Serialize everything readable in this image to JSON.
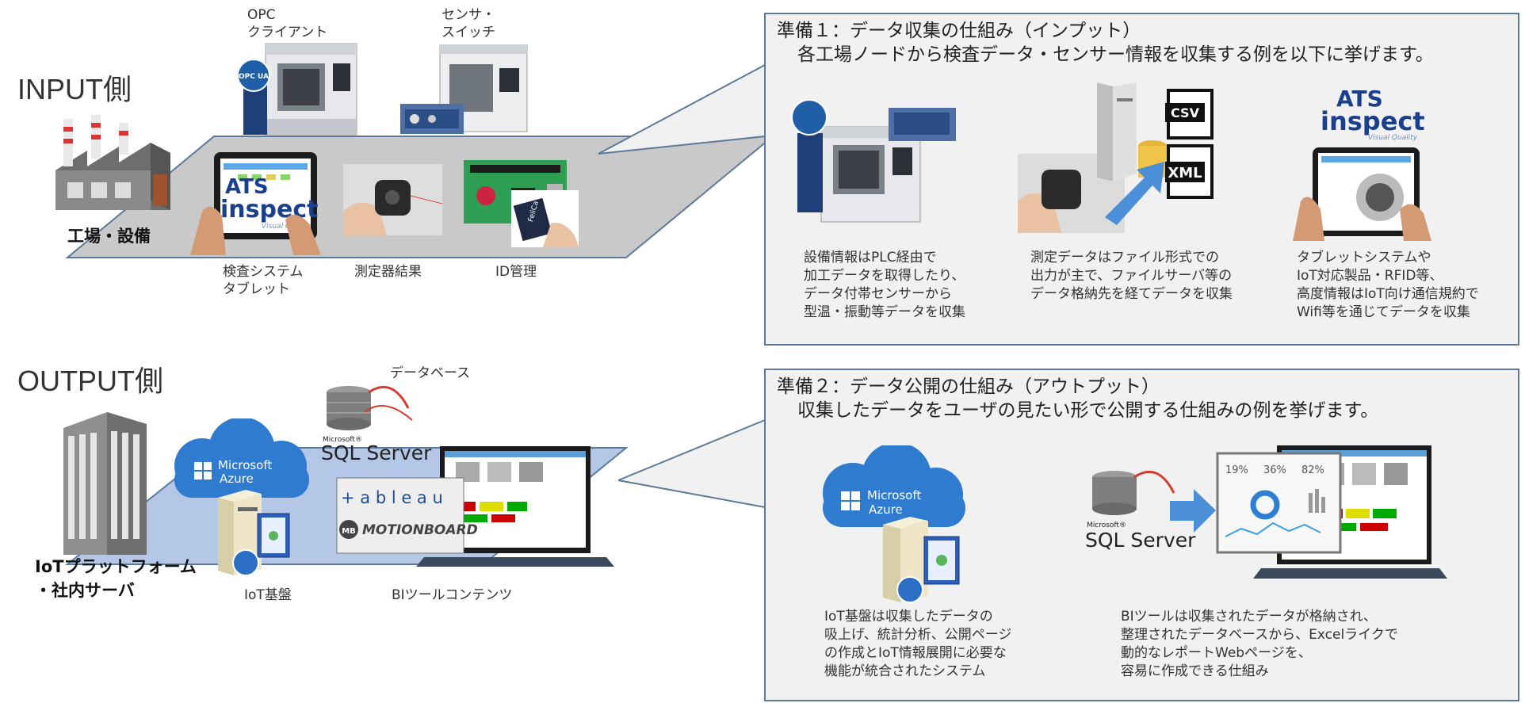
{
  "input": {
    "heading": "INPUT側",
    "factory_label": "工場・設備",
    "opc_label": "OPC\nクライアント",
    "sensor_label": "センサ・\nスイッチ",
    "tablet_label": "検査システム\nタブレット",
    "measure_label": "測定器結果",
    "id_label": "ID管理",
    "opcua_badge": "OPC UA",
    "felica_text": "FeliCa",
    "ats_logo_top": "ATS",
    "ats_logo_bottom": "inspect",
    "ats_tagline": "Visual Quality"
  },
  "output": {
    "heading": "OUTPUT側",
    "platform_label": "IoTプラットフォーム\n・社内サーバ",
    "database_label": "データベース",
    "iot_label": "IoT基盤",
    "bi_label": "BIツールコンテンツ",
    "azure_brand": "Microsoft",
    "azure_name": "Azure",
    "sql_brand": "Microsoft®",
    "sql_name": "SQL Server",
    "tableau_name": "+ a b l e a u",
    "motionboard_name": "MOTIONBOARD",
    "mb_badge": "MB"
  },
  "panel1": {
    "title": "準備１：データ収集の仕組み（インプット）",
    "subtitle": "各工場ノードから検査データ・センサー情報を収集する例を以下に挙げます。",
    "csv_label": "CSV",
    "xml_label": "XML",
    "desc1": "設備情報はPLC経由で\n加工データを取得したり、\nデータ付帯センサーから\n型温・振動等データを収集",
    "desc2": "測定データはファイル形式での\n出力が主で、ファイルサーバ等の\nデータ格納先を経てデータを収集",
    "desc3": "タブレットシステムや\nIoT対応製品・RFID等、\n高度情報はIoT向け通信規約で\nWifi等を通じてデータを収集"
  },
  "panel2": {
    "title": "準備２：データ公開の仕組み（アウトプット）",
    "subtitle": "収集したデータをユーザの見たい形で公開する仕組みの例を挙げます。",
    "gauge_values": [
      "19%",
      "36%",
      "82%"
    ],
    "desc1": "IoT基盤は収集したデータの\n吸上げ、統計分析、公開ページ\nの作成とIoT情報展開に必要な\n機能が統合されたシステム",
    "desc2": "BIツールは収集されたデータが格納され、\n整理されたデータベースから、Excelライクで\n動的なレポートWebページを、\n容易に作成できる仕組み"
  },
  "colors": {
    "panel_border": "#5b7a99",
    "panel_fill": "#f1f1f1",
    "input_platform": "#c9c9c9",
    "output_platform": "#b4c7e7",
    "azure_blue": "#2e7bcf",
    "arrow_blue": "#4a8fd8"
  }
}
